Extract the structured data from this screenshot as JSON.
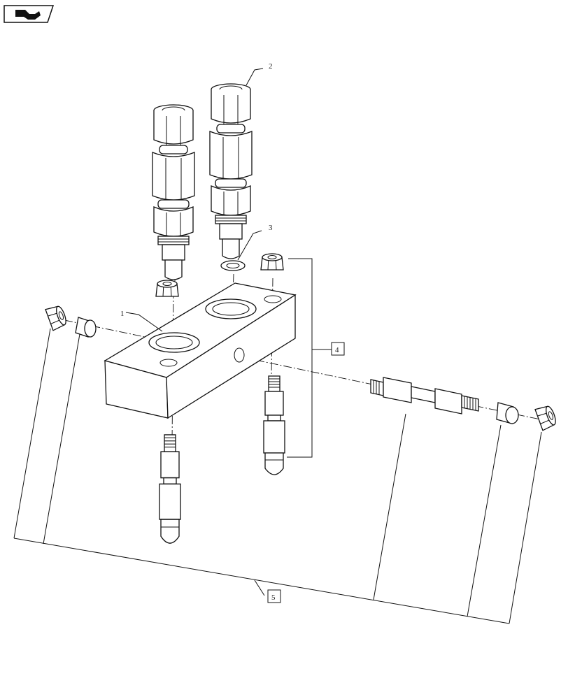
{
  "icons": {
    "back": "return-arrow-icon"
  },
  "callouts": {
    "c1": "1",
    "c2": "2",
    "c3": "3",
    "c4": "4",
    "c5": "5"
  }
}
